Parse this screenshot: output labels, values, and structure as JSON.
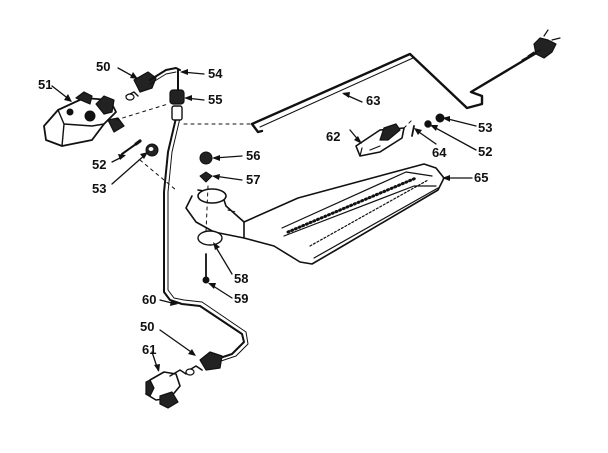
{
  "diagram": {
    "ink_color": "#111111",
    "background": "#ffffff",
    "parts": [
      {
        "id": "p51",
        "number": "51",
        "icon": "gas-valve-icon"
      },
      {
        "id": "p50a",
        "number": "50",
        "icon": "fitting-nut-icon"
      },
      {
        "id": "p54",
        "number": "54",
        "icon": "tube-bend-icon"
      },
      {
        "id": "p55",
        "number": "55",
        "icon": "tube-connector-icon"
      },
      {
        "id": "p52a",
        "number": "52",
        "icon": "screw-icon"
      },
      {
        "id": "p53a",
        "number": "53",
        "icon": "lock-washer-icon"
      },
      {
        "id": "p56",
        "number": "56",
        "icon": "orifice-hood-icon"
      },
      {
        "id": "p57",
        "number": "57",
        "icon": "nut-icon"
      },
      {
        "id": "p58",
        "number": "58",
        "icon": "bracket-plate-icon"
      },
      {
        "id": "p59",
        "number": "59",
        "icon": "screw-icon"
      },
      {
        "id": "p60",
        "number": "60",
        "icon": "gas-tube-icon"
      },
      {
        "id": "p50b",
        "number": "50",
        "icon": "fitting-nut-icon"
      },
      {
        "id": "p61",
        "number": "61",
        "icon": "regulator-icon"
      },
      {
        "id": "p62",
        "number": "62",
        "icon": "igniter-bracket-icon"
      },
      {
        "id": "p63",
        "number": "63",
        "icon": "thermocouple-wire-icon"
      },
      {
        "id": "p53b",
        "number": "53",
        "icon": "lock-washer-icon"
      },
      {
        "id": "p64",
        "number": "64",
        "icon": "screw-icon"
      },
      {
        "id": "p52b",
        "number": "52",
        "icon": "screw-icon"
      },
      {
        "id": "p65",
        "number": "65",
        "icon": "burner-icon"
      }
    ]
  }
}
